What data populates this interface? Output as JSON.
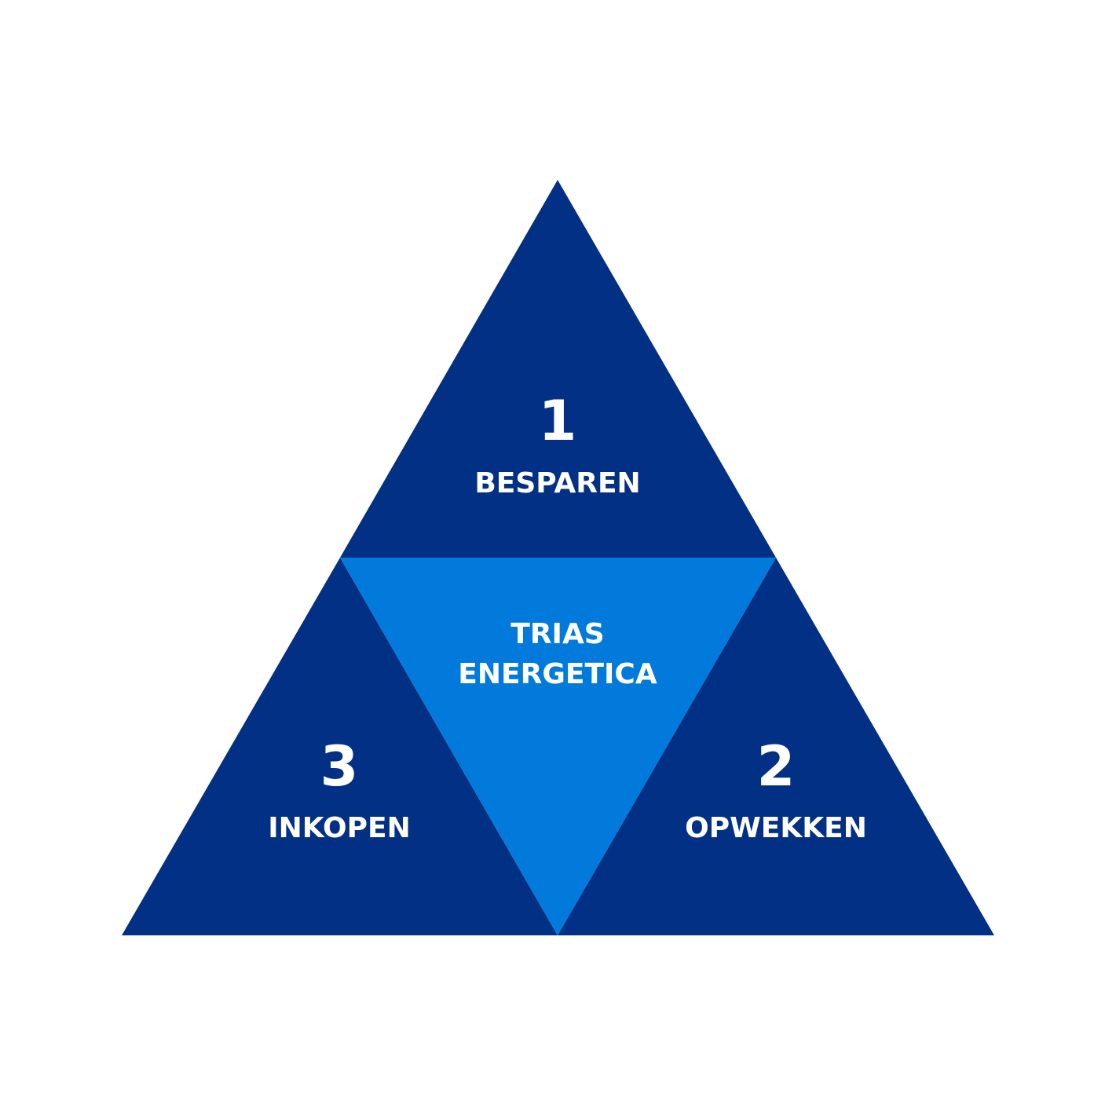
{
  "diagram": {
    "colors": {
      "background": "#ffffff",
      "outer_triangles": "#023085",
      "center_triangle": "#017adb",
      "text": "#ffffff"
    },
    "top": {
      "number": "1",
      "label": "BESPAREN"
    },
    "bottom_right": {
      "number": "2",
      "label": "OPWEKKEN"
    },
    "bottom_left": {
      "number": "3",
      "label": "INKOPEN"
    },
    "center": {
      "line1": "TRIAS",
      "line2": "ENERGETICA"
    }
  }
}
